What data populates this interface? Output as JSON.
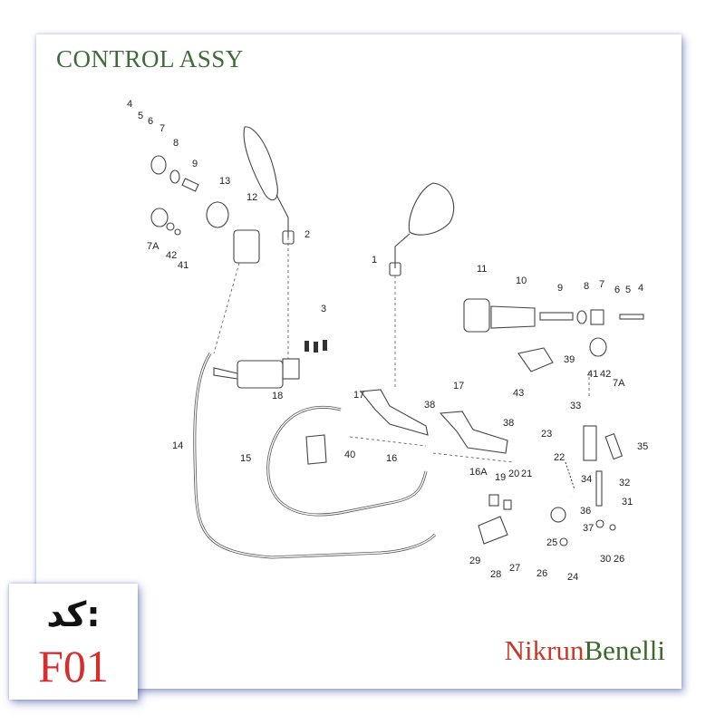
{
  "title": "CONTROL ASSY",
  "brand": {
    "part1": "Nikrun",
    "part2": "Benelli",
    "color1": "#c63a2b",
    "color2": "#3b6a2b"
  },
  "code": {
    "label": "کد:",
    "value": "F01",
    "value_color": "#d32f2f"
  },
  "part_labels": [
    "4",
    "5",
    "6",
    "7",
    "8",
    "9",
    "13",
    "12",
    "7A",
    "42",
    "41",
    "2",
    "1",
    "3",
    "11",
    "10",
    "9",
    "8",
    "7",
    "6",
    "5",
    "4",
    "39",
    "41",
    "42",
    "7A",
    "18",
    "17",
    "38",
    "17",
    "43",
    "38",
    "14",
    "15",
    "40",
    "16",
    "16A",
    "33",
    "35",
    "23",
    "22",
    "34",
    "32",
    "31",
    "19",
    "20",
    "21",
    "36",
    "37",
    "30",
    "26",
    "25",
    "29",
    "28",
    "27",
    "26",
    "24"
  ]
}
